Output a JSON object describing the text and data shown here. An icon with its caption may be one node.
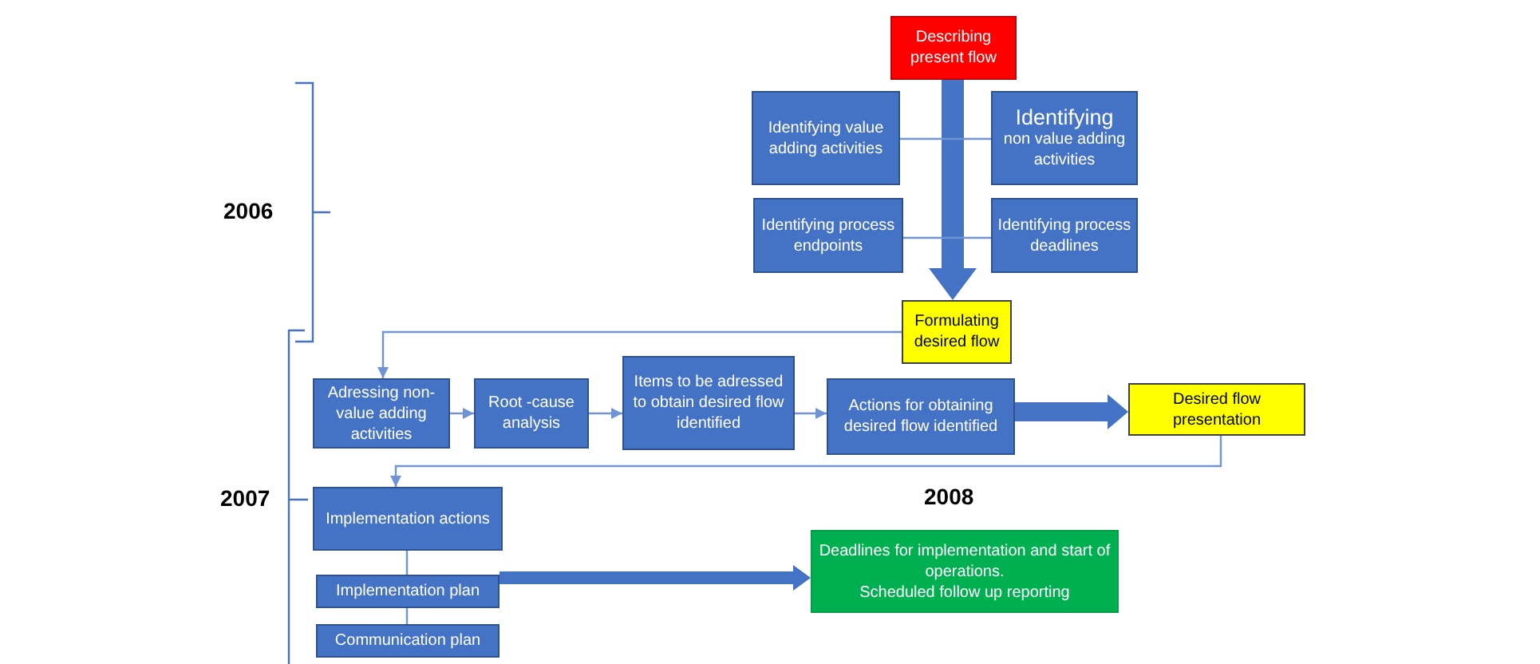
{
  "diagram": {
    "nodes": [
      {
        "text": [
          "Describing present flow"
        ]
      },
      {
        "text": [
          "Identifying value adding activities"
        ]
      },
      {
        "text": [
          "Identifying",
          "non value adding activities"
        ]
      },
      {
        "text": [
          "Identifying process endpoints"
        ]
      },
      {
        "text": [
          "Identifying process deadlines"
        ]
      },
      {
        "text": [
          "Formulating desired flow"
        ]
      },
      {
        "text": [
          "Adressing non-value adding activities"
        ]
      },
      {
        "text": [
          "Root -cause analysis"
        ]
      },
      {
        "text": [
          "Items to be adressed to obtain desired flow identified"
        ]
      },
      {
        "text": [
          "Actions for obtaining desired flow identified"
        ]
      },
      {
        "text": [
          "Desired flow presentation"
        ]
      },
      {
        "text": [
          "Implementation actions"
        ]
      },
      {
        "text": [
          "Implementation plan"
        ]
      },
      {
        "text": [
          "Communication plan"
        ]
      },
      {
        "text": [
          "Deadlines for implementation and start of operations.",
          "Scheduled follow up reporting"
        ]
      }
    ],
    "edges": [
      {
        "from": 0,
        "to": 5,
        "arrow": "to",
        "style": "thick"
      },
      {
        "from": 1,
        "to": 2,
        "arrow": "none"
      },
      {
        "from": 3,
        "to": 4,
        "arrow": "none"
      },
      {
        "from": 5,
        "to": 6,
        "arrow": "to"
      },
      {
        "from": 6,
        "to": 7,
        "arrow": "to"
      },
      {
        "from": 7,
        "to": 8,
        "arrow": "to"
      },
      {
        "from": 8,
        "to": 9,
        "arrow": "to"
      },
      {
        "from": 9,
        "to": 10,
        "arrow": "to",
        "style": "thick"
      },
      {
        "from": 10,
        "to": 11,
        "arrow": "to"
      },
      {
        "from": 11,
        "to": 12,
        "arrow": "none"
      },
      {
        "from": 12,
        "to": 13,
        "arrow": "none"
      },
      {
        "from": 12,
        "to": 14,
        "arrow": "to",
        "style": "thick"
      }
    ],
    "labels": [
      "2006",
      "2007",
      "2008"
    ]
  }
}
